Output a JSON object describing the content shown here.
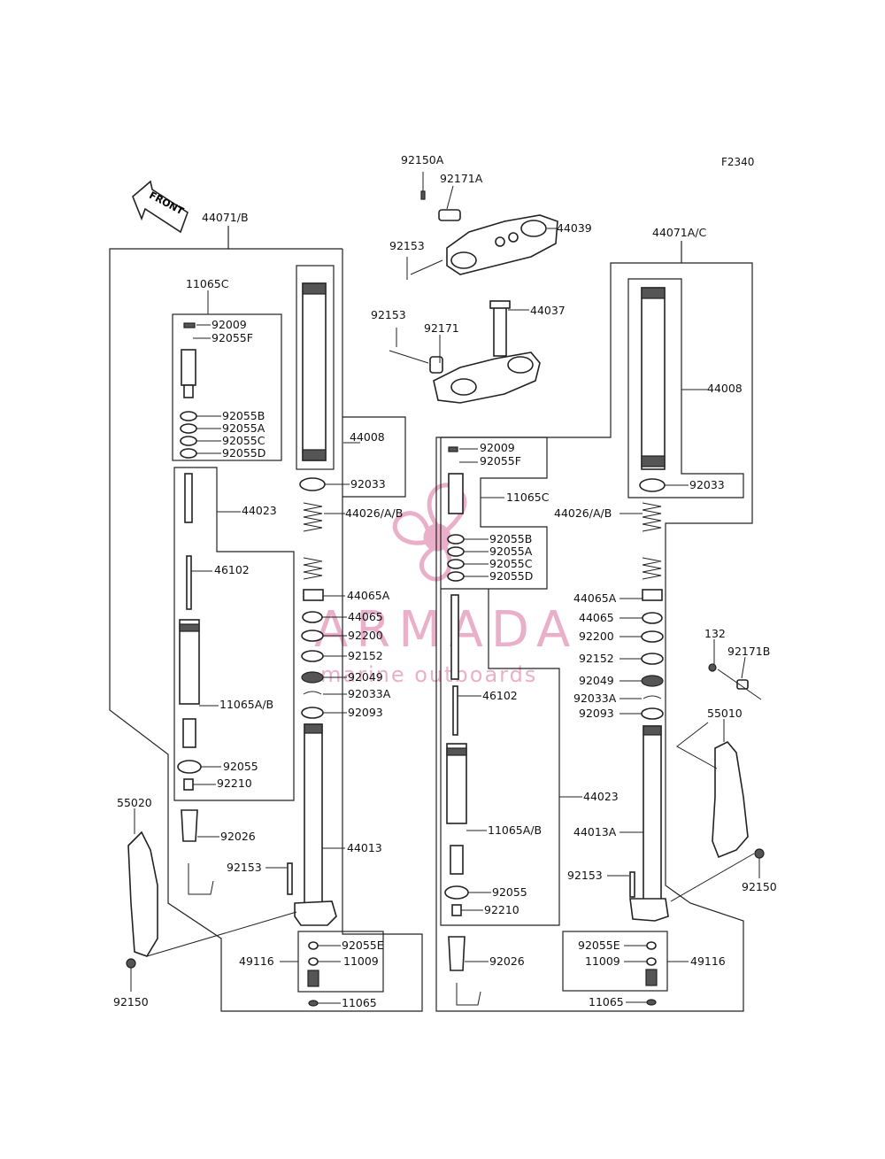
{
  "diagram_code": "F2340",
  "front_arrow": "FRONT",
  "watermark": {
    "brand": "ARMADA",
    "tagline": "marine outboards",
    "color": "#e7a3c0"
  },
  "labels": {
    "fork_left": "44071/B",
    "fork_right": "44071A/C",
    "p92150A": "92150A",
    "p92171A": "92171A",
    "p44039": "44039",
    "p92153_top": "92153",
    "p44037": "44037",
    "p92153_mid": "92153",
    "p92171": "92171",
    "L_11065C": "11065C",
    "L_92009": "92009",
    "L_92055F": "92055F",
    "L_92055B": "92055B",
    "L_92055A": "92055A",
    "L_92055C": "92055C",
    "L_92055D": "92055D",
    "L_44008": "44008",
    "L_92033": "92033",
    "L_44023": "44023",
    "L_44026": "44026/A/B",
    "L_46102": "46102",
    "L_44065A": "44065A",
    "L_44065": "44065",
    "L_92200": "92200",
    "L_92152": "92152",
    "L_92049": "92049",
    "L_92033A": "92033A",
    "L_92093": "92093",
    "L_11065AB": "11065A/B",
    "L_92055": "92055",
    "L_92210": "92210",
    "L_92026": "92026",
    "L_44013": "44013",
    "L_92153": "92153",
    "L_55020": "55020",
    "L_92055E": "92055E",
    "L_49116": "49116",
    "L_11009": "11009",
    "L_11065": "11065",
    "L_92150": "92150",
    "R_44008": "44008",
    "R_92009": "92009",
    "R_92055F": "92055F",
    "R_11065C": "11065C",
    "R_92033": "92033",
    "R_44026": "44026/A/B",
    "R_92055B": "92055B",
    "R_92055A": "92055A",
    "R_92055C": "92055C",
    "R_92055D": "92055D",
    "R_44065A": "44065A",
    "R_44065": "44065",
    "R_92200": "92200",
    "R_92152": "92152",
    "R_92049": "92049",
    "R_92033A": "92033A",
    "R_92093": "92093",
    "R_46102": "46102",
    "R_132": "132",
    "R_92171B": "92171B",
    "R_55010": "55010",
    "R_44023": "44023",
    "R_11065AB": "11065A/B",
    "R_44013A": "44013A",
    "R_92153": "92153",
    "R_92150": "92150",
    "R_92055": "92055",
    "R_92210": "92210",
    "R_92026": "92026",
    "R_92055E": "92055E",
    "R_11009": "11009",
    "R_49116": "49116",
    "R_11065": "11065"
  }
}
